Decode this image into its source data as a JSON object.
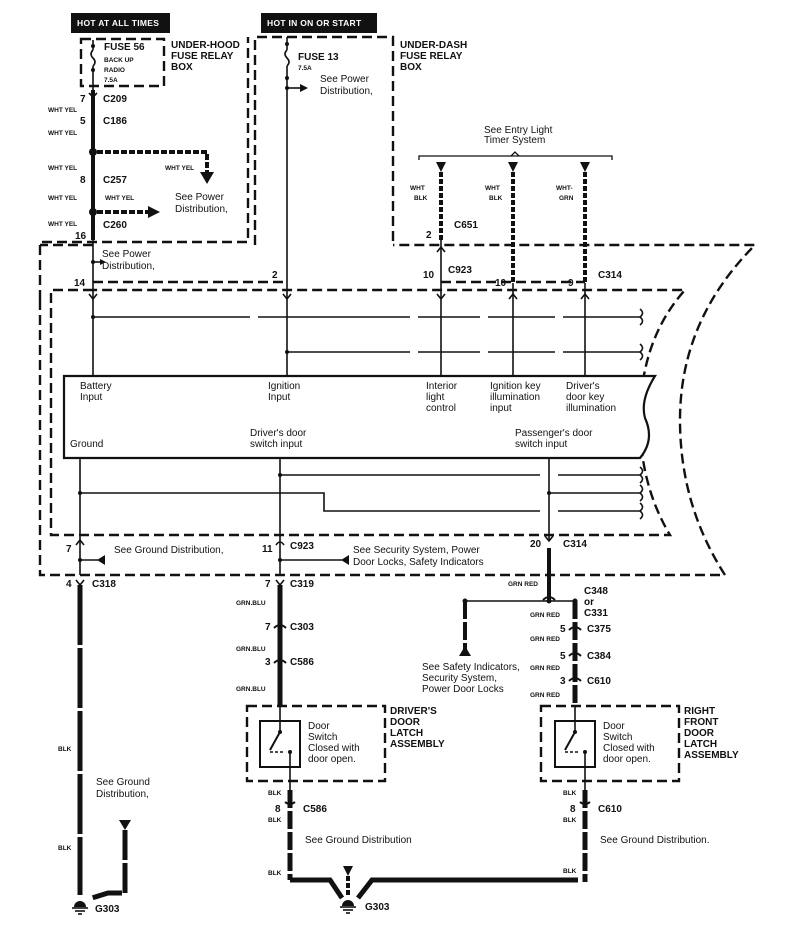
{
  "headers": {
    "hot_at_all_times": "HOT AT ALL TIMES",
    "hot_in_on_or_start": "HOT IN ON OR START"
  },
  "fuse_boxes": {
    "under_hood": {
      "fuse": "FUSE 56",
      "line1": "BACK UP",
      "line2": "RADIO",
      "rating": "7.5A",
      "box_label": [
        "UNDER-HOOD",
        "FUSE RELAY",
        "BOX"
      ]
    },
    "under_dash": {
      "fuse": "FUSE 13",
      "rating": "7.5A",
      "box_label": [
        "UNDER-DASH",
        "FUSE RELAY",
        "BOX"
      ]
    }
  },
  "notes": {
    "see_power_dist": [
      "See Power",
      "Distribution,"
    ],
    "entry_light": [
      "See Entry Light",
      "Timer System"
    ],
    "ground_dist_short": "See Ground Distribution,",
    "security": [
      "See Security System, Power",
      "Door Locks, Safety Indicators"
    ],
    "safety": [
      "See Safety Indicators,",
      "Security System,",
      "Power Door Locks"
    ],
    "ground_dist_left": [
      "See Ground",
      "Distribution,"
    ],
    "ground_dist_mid": "See Ground Distribution",
    "ground_dist_right": "See Ground Distribution."
  },
  "wire_colors": {
    "wht_yel": "WHT YEL",
    "wht_blk": [
      "WHT",
      "BLK"
    ],
    "wht_grn": [
      "WHT-",
      "GRN"
    ],
    "grn_blu": "GRN.BLU",
    "grn_red": "GRN RED",
    "blk": "BLK"
  },
  "connectors": {
    "c209": {
      "pin": "7",
      "name": "C209"
    },
    "c186": {
      "pin": "5",
      "name": "C186"
    },
    "c257": {
      "pin": "8",
      "name": "C257"
    },
    "c260": {
      "pin": "16",
      "name": "C260"
    },
    "c651": {
      "pin": "2",
      "name": "C651"
    },
    "c923_top": {
      "pin": "10",
      "name": "C923"
    },
    "c314_top": {
      "pin_a": "10",
      "pin_b": "9",
      "name": "C314"
    },
    "pin14": "14",
    "pin2": "2",
    "c923_bottom_left": {
      "pin": "7"
    },
    "c923_bottom": {
      "pin": "11",
      "name": "C923"
    },
    "c314_bottom": {
      "pin": "20",
      "name": "C314"
    },
    "c318": {
      "pin": "4",
      "name": "C318"
    },
    "c319": {
      "pin": "7",
      "name": "C319"
    },
    "c303": {
      "pin": "7",
      "name": "C303"
    },
    "c586_top": {
      "pin": "3",
      "name": "C586"
    },
    "c348": {
      "name": [
        "C348",
        "or",
        "C331"
      ]
    },
    "c375": {
      "pin": "5",
      "name": "C375"
    },
    "c384": {
      "pin": "5",
      "name": "C384"
    },
    "c610_top": {
      "pin": "3",
      "name": "C610"
    },
    "c586_bottom": {
      "pin": "8",
      "name": "C586"
    },
    "c610_bottom": {
      "pin": "8",
      "name": "C610"
    }
  },
  "module": {
    "battery_input": [
      "Battery",
      "Input"
    ],
    "ignition_input": [
      "Ignition",
      "Input"
    ],
    "interior_light": [
      "Interior",
      "light",
      "control"
    ],
    "ign_key_illum": [
      "Ignition key",
      "illumination",
      "input"
    ],
    "door_key_illum": [
      "Driver's",
      "door key",
      "illumination"
    ],
    "ground": "Ground",
    "driver_door_switch": [
      "Driver's door",
      "switch input"
    ],
    "passenger_door_switch": [
      "Passenger's door",
      "switch input"
    ]
  },
  "switches": {
    "driver": {
      "desc": [
        "Door",
        "Switch",
        "Closed with",
        "door open."
      ],
      "assembly": [
        "DRIVER'S",
        "DOOR",
        "LATCH",
        "ASSEMBLY"
      ]
    },
    "right_front": {
      "desc": [
        "Door",
        "Switch",
        "Closed with",
        "door open."
      ],
      "assembly": [
        "RIGHT",
        "FRONT",
        "DOOR",
        "LATCH",
        "ASSEMBLY"
      ]
    }
  },
  "grounds": {
    "left": "G303",
    "center": "G303"
  }
}
